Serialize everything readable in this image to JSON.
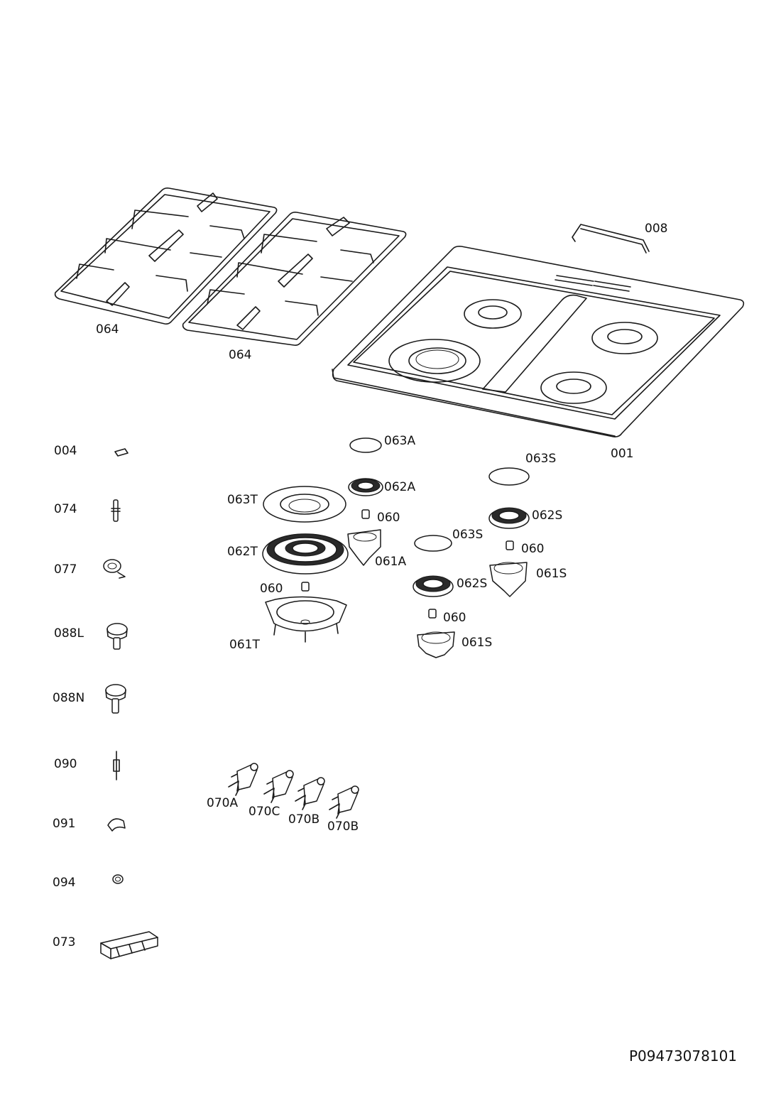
{
  "diagram": {
    "reference_code": "P09473078101",
    "labels": {
      "p001": "001",
      "p008": "008",
      "p064a": "064",
      "p064b": "064",
      "p004": "004",
      "p074": "074",
      "p077": "077",
      "p088L": "088L",
      "p088N": "088N",
      "p090": "090",
      "p091": "091",
      "p094": "094",
      "p073": "073",
      "p063A": "063A",
      "p062A": "062A",
      "p060a": "060",
      "p061A": "061A",
      "p063T": "063T",
      "p062T": "062T",
      "p060b": "060",
      "p061T": "061T",
      "p063Sa": "063S",
      "p062Sa": "062S",
      "p060c": "060",
      "p061Sa": "061S",
      "p063Sb": "063S",
      "p062Sb": "062S",
      "p060d": "060",
      "p061Sb": "061S",
      "p070A": "070A",
      "p070C": "070C",
      "p070B1": "070B",
      "p070B2": "070B"
    }
  }
}
